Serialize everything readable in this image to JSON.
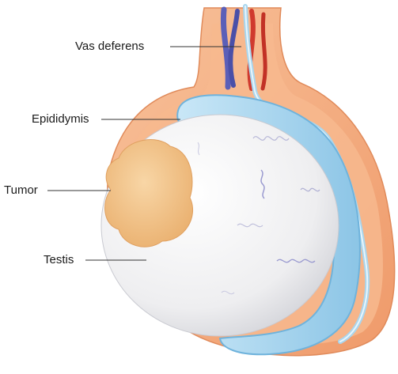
{
  "labels": {
    "vas_deferens": "Vas deferens",
    "epididymis": "Epididymis",
    "tumor": "Tumor",
    "testis": "Testis"
  },
  "colors": {
    "skin_outer": "#f4a77a",
    "skin_inner": "#f8c7a4",
    "epididymis": "#a9d6ee",
    "epididymis_edge": "#6fb3dc",
    "testis": "#efeff0",
    "tumor": "#f2c185",
    "artery": "#d03a2e",
    "vein": "#5b5fb8",
    "leader_line": "#333333"
  }
}
